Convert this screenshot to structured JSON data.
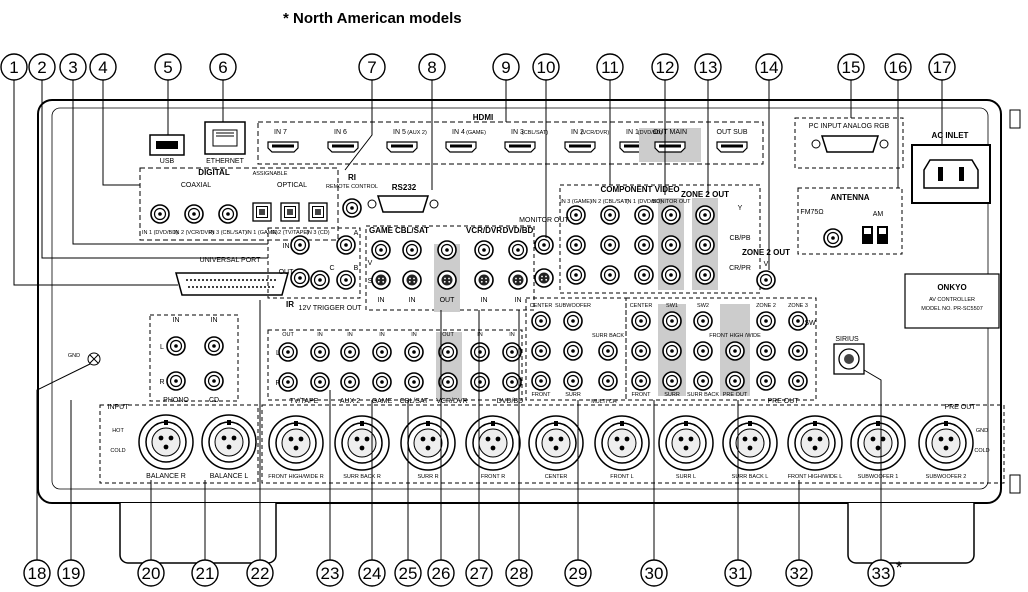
{
  "note": "* North American models",
  "callouts": {
    "top": [
      "1",
      "2",
      "3",
      "4",
      "5",
      "6",
      "7",
      "8",
      "9",
      "10",
      "11",
      "12",
      "13",
      "14",
      "15",
      "16",
      "17"
    ],
    "bottom": [
      "18",
      "19",
      "20",
      "21",
      "22",
      "23",
      "24",
      "25",
      "26",
      "27",
      "28",
      "29",
      "30",
      "31",
      "32",
      "33"
    ],
    "asterisk": "*"
  },
  "panel": {
    "usb": "USB",
    "ethernet": "ETHERNET",
    "hdmi": "HDMI",
    "hdmi_inputs": [
      "IN 7",
      "IN 6",
      "IN 5",
      "IN 4",
      "IN 3",
      "IN 2",
      "IN 1"
    ],
    "hdmi_sublabels": [
      "",
      "",
      "(AUX 2)",
      "(GAME)",
      "(CBL/SAT)",
      "(VCR/DVR)",
      "(DVD/BD)"
    ],
    "hdmi_out_main": "OUT MAIN",
    "hdmi_out_sub": "OUT SUB",
    "pc_input": "PC INPUT ANALOG RGB",
    "ac_inlet": "AC INLET",
    "digital": "DIGITAL",
    "coaxial": "COAXIAL",
    "optical": "OPTICAL",
    "assignable": "ASSIGNABLE",
    "coax_inputs": [
      "IN 1 (DVD/BD)",
      "IN 2 (VCR/DVR)",
      "IN 3 (CBL/SAT)"
    ],
    "opt_inputs": [
      "IN 1 (GAME)",
      "IN 2 (TV/TAPE)",
      "IN 3 (CD)"
    ],
    "ri": "RI",
    "remote_control": "REMOTE CONTROL",
    "rs232": "RS232",
    "universal_port": "UNIVERSAL PORT",
    "ir": "IR",
    "ir_in": "IN",
    "ir_out": "OUT",
    "trigger_a": "A",
    "trigger_b": "B",
    "trigger_c": "C",
    "trigger_out": "12V TRIGGER OUT",
    "component_video": "COMPONENT VIDEO",
    "component_inputs": [
      "IN 3 (GAME)",
      "IN 2 (CBL/SAT)",
      "IN 1 (DVD/BD)"
    ],
    "monitor_out": "MONITOR OUT",
    "component_monitor_out": "MONITOR OUT",
    "zone2_out": "ZONE 2 OUT",
    "y": "Y",
    "cbpb": "CB/PB",
    "crpr": "CR/PR",
    "v": "V",
    "s": "S",
    "antenna": "ANTENNA",
    "fm": "FM75Ω",
    "am": "AM",
    "brand": "ONKYO",
    "model_line1": "AV CONTROLLER",
    "model_line2": "MODEL NO. PR-SC5507",
    "video_groups": [
      "GAME",
      "CBL/SAT",
      "VCR/DVR",
      "DVD/BD"
    ],
    "in": "IN",
    "out": "OUT",
    "l": "L",
    "r": "R",
    "gnd": "GND",
    "phono": "PHONO",
    "cd": "CD",
    "audio_groups": [
      "TV/TAPE",
      "AUX 2",
      "GAME",
      "CBL/SAT",
      "VCR/DVR",
      "DVD/BD"
    ],
    "multich": [
      "CENTER",
      "SUBWOOFER",
      "SURR BACK",
      "FRONT",
      "SURR",
      "MULTI CH"
    ],
    "preout_top": [
      "CENTER",
      "SW1",
      "SW2",
      "ZONE 2",
      "ZONE 3"
    ],
    "preout_bottom": [
      "FRONT",
      "SURR",
      "SURR BACK"
    ],
    "front_high_wide": "FRONT HIGH /WIDE",
    "pre_out": "PRE OUT",
    "sw": "SW",
    "sirius": "SIRIUS",
    "input": "INPUT",
    "pre_out_xlr": "PRE OUT",
    "balance_r": "BALANCE R",
    "balance_l": "BALANCE L",
    "xlr_labels": [
      "FRONT HIGH/WIDE R",
      "SURR BACK R",
      "SURR R",
      "FRONT R",
      "CENTER",
      "FRONT L",
      "SURR L",
      "SURR BACK L",
      "FRONT HIGH/WIDE L",
      "SUBWOOFER 1",
      "SUBWOOFER 2"
    ],
    "pin_hot": "HOT",
    "pin_cold": "COLD",
    "pin_gnd": "GND"
  }
}
